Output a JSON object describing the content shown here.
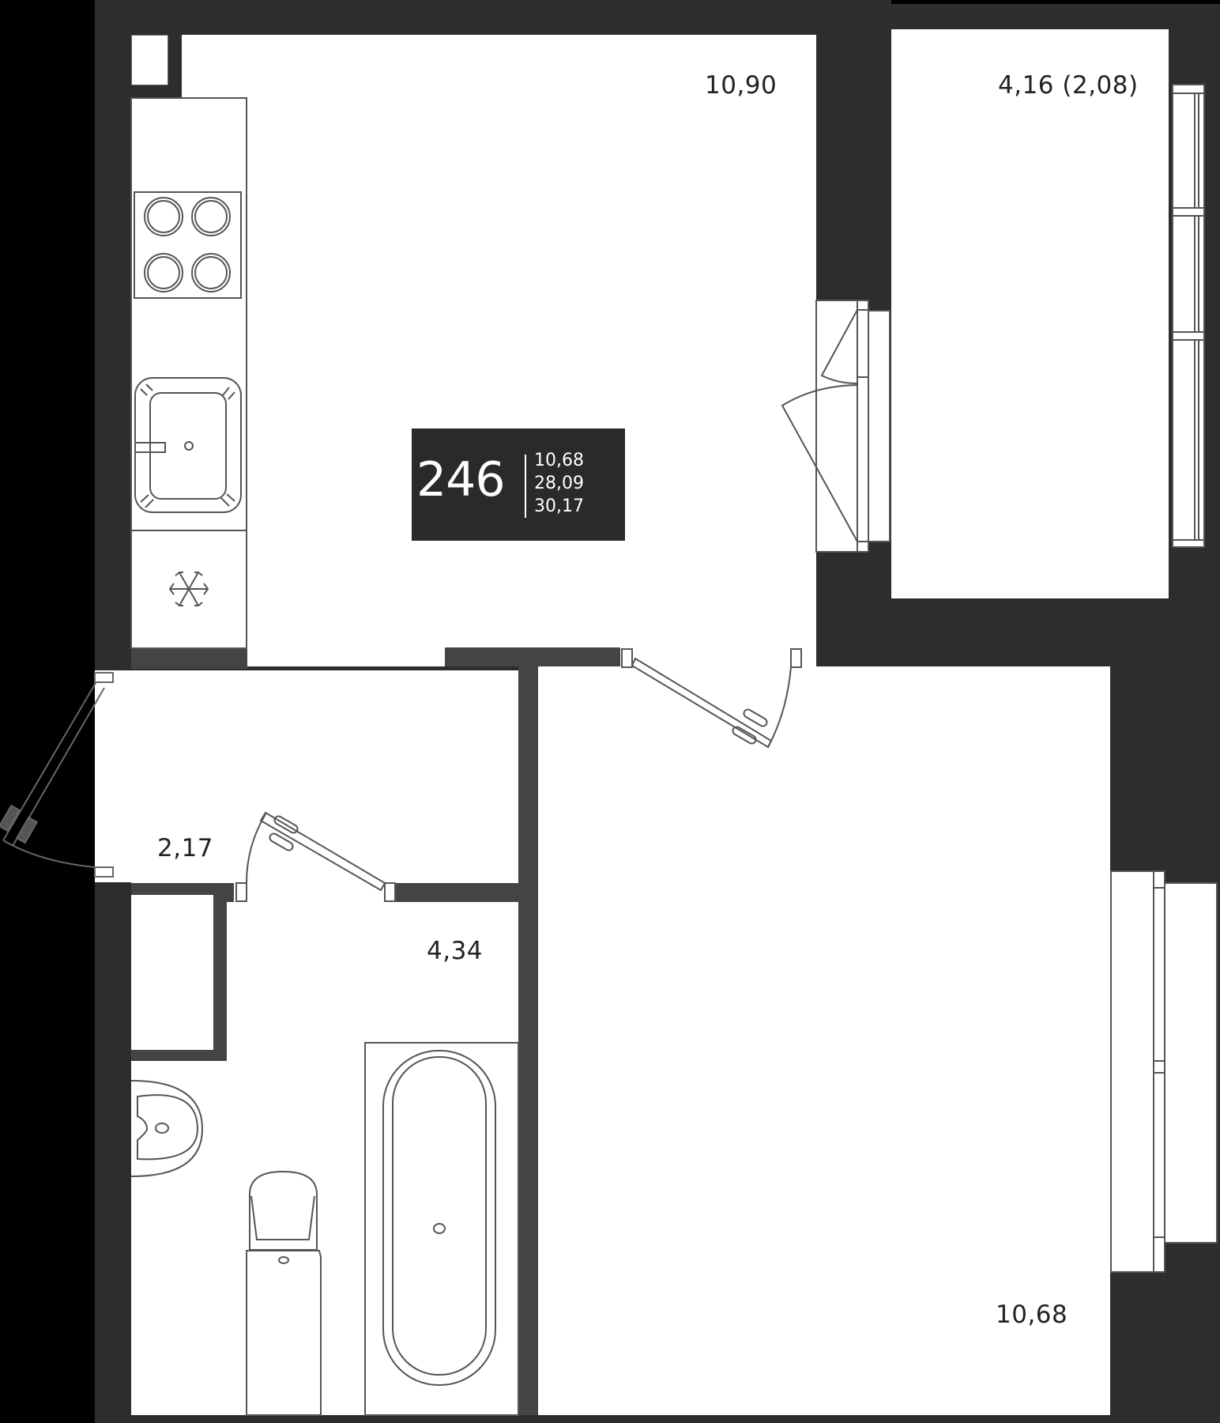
{
  "plan": {
    "apartment_number": "246",
    "areas": {
      "living": "10,68",
      "total": "28,09",
      "total_with_balcony": "30,17"
    },
    "rooms": [
      {
        "name": "kitchen-living",
        "area": "10,90"
      },
      {
        "name": "balcony",
        "area": "4,16 (2,08)"
      },
      {
        "name": "hallway",
        "area": "2,17"
      },
      {
        "name": "bathroom",
        "area": "4,34"
      },
      {
        "name": "bedroom",
        "area": "10,68"
      }
    ],
    "fixtures": [
      "stove-icon",
      "sink-icon",
      "fridge-icon",
      "washbasin-icon",
      "toilet-icon",
      "bathtub-icon"
    ],
    "colors": {
      "wall": "#2d2d2d",
      "inner_wall": "#444444",
      "floor": "#ffffff",
      "line": "#555555",
      "badge": "#2a2a2a"
    }
  }
}
